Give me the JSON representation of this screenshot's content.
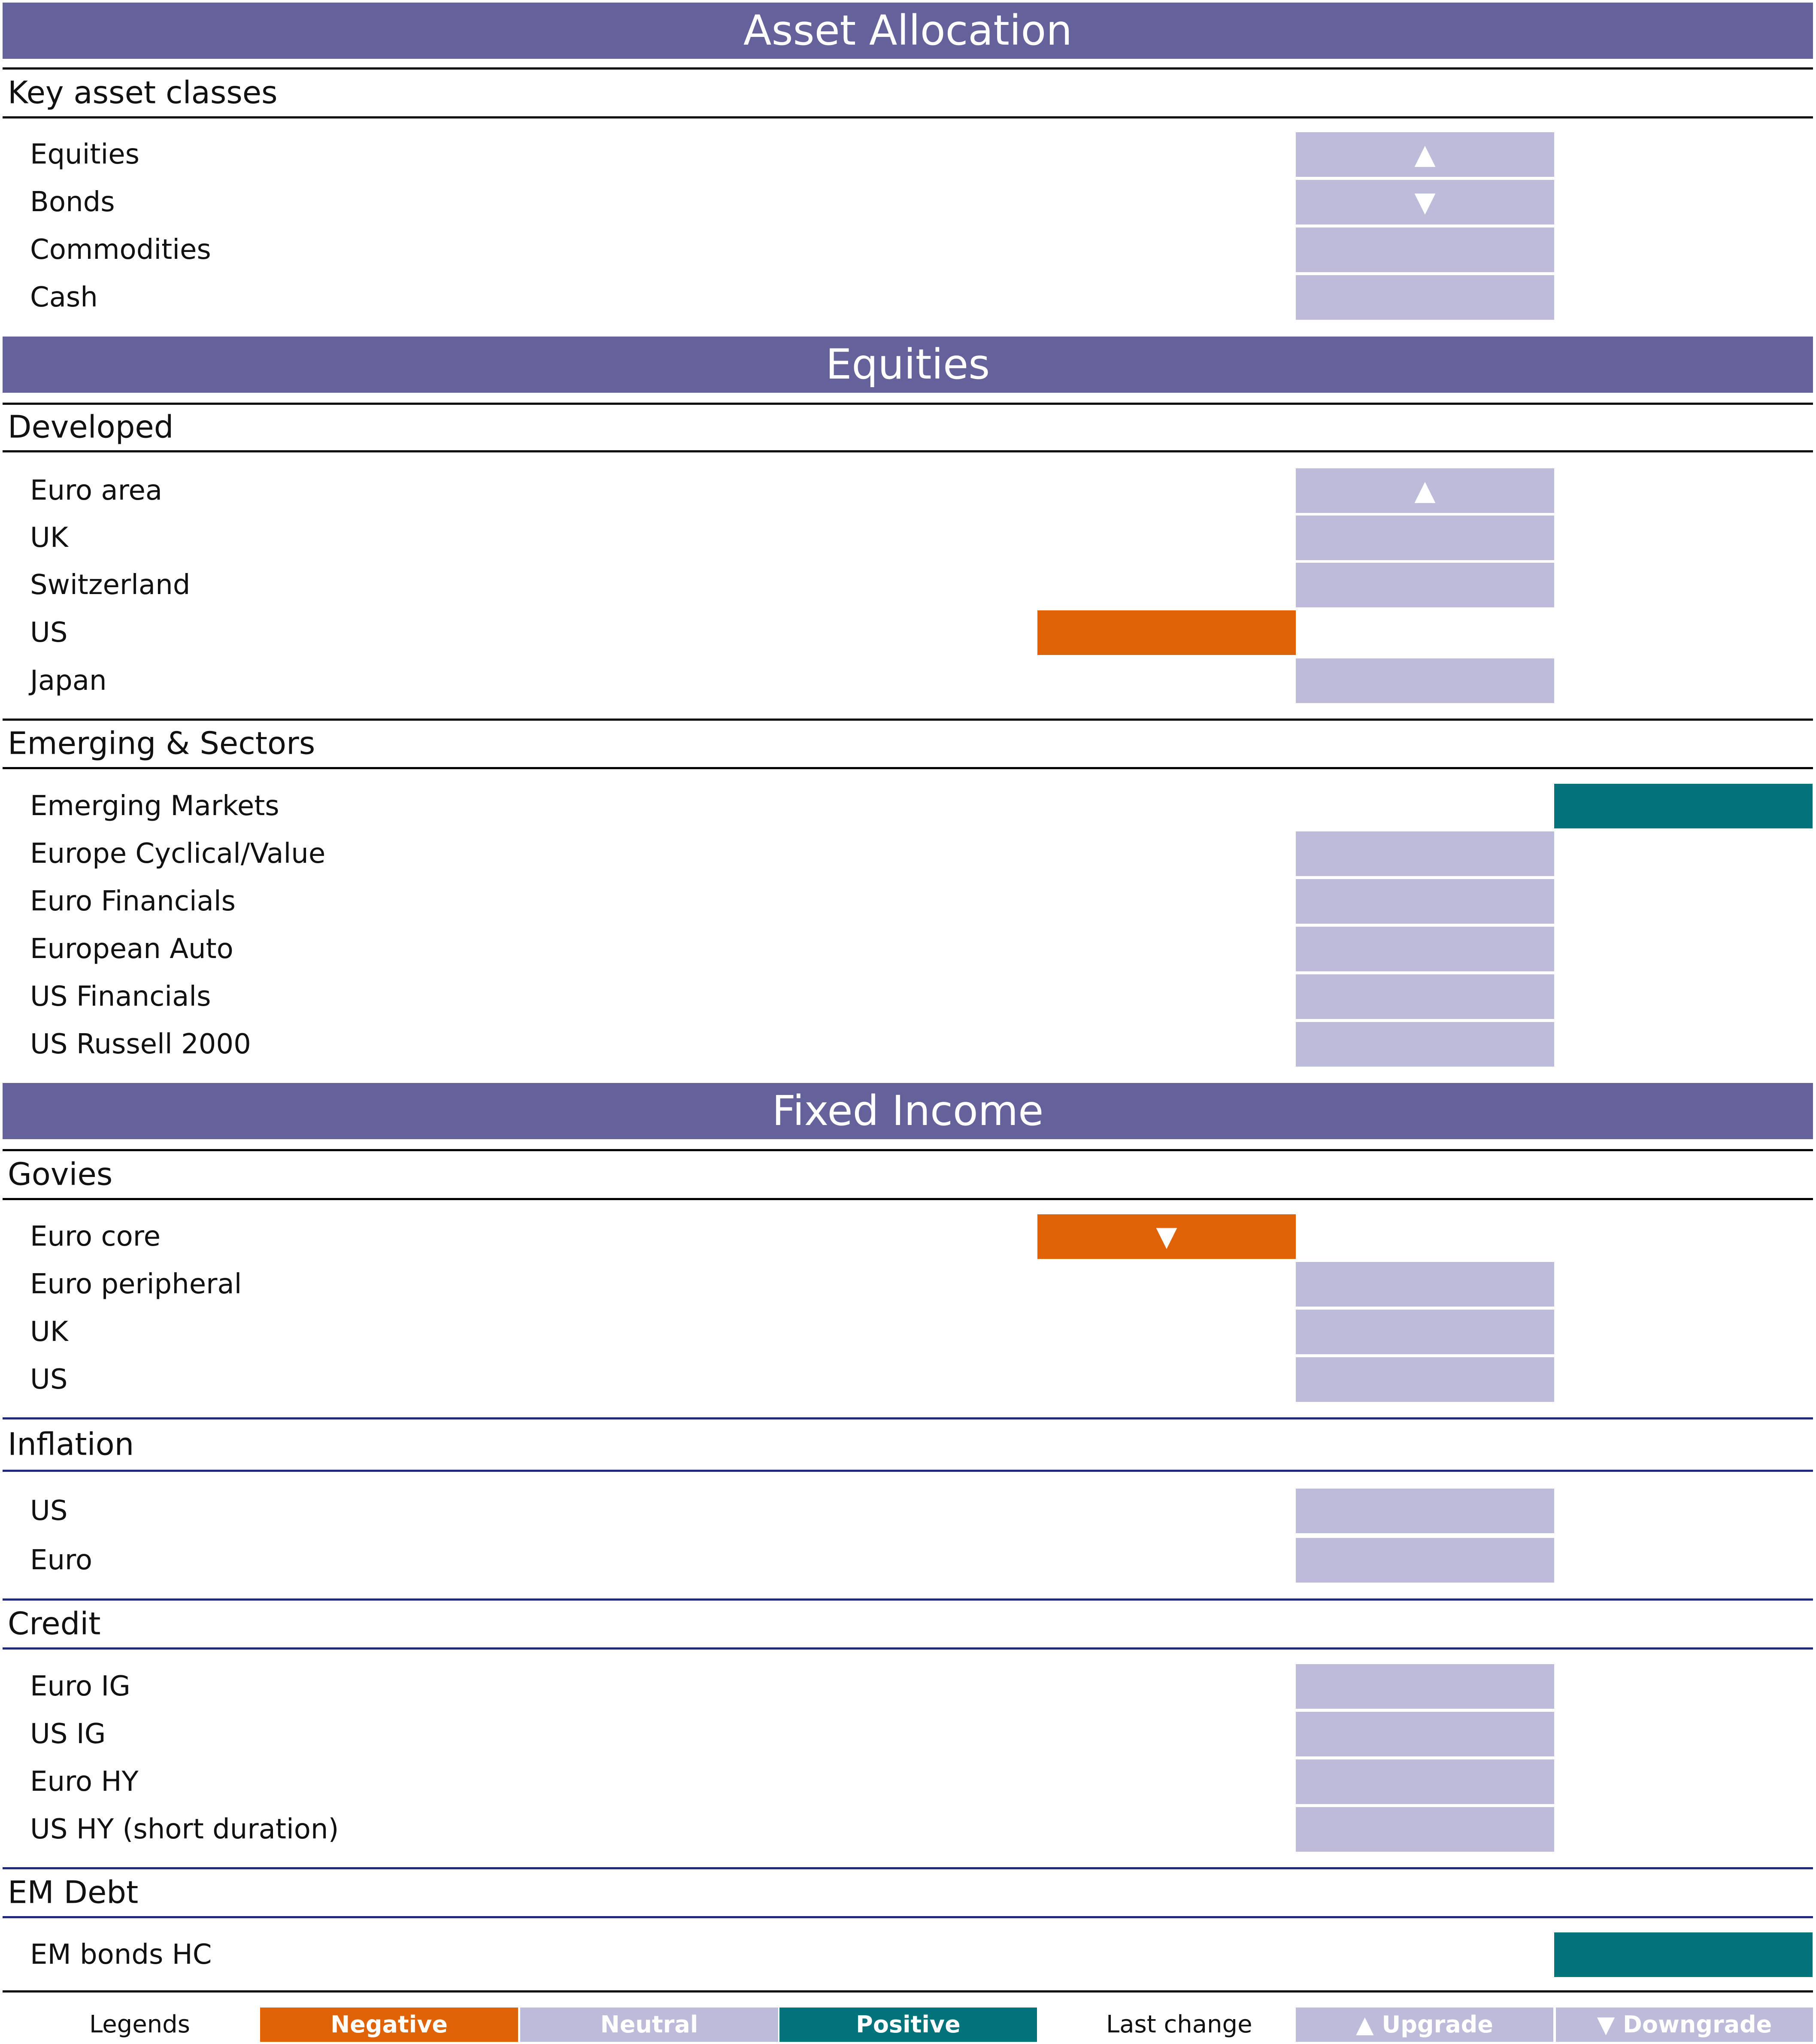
{
  "colors": {
    "header": "#65619b",
    "negative": "#e06206",
    "neutral": "#bdbbda",
    "positive": "#02727b",
    "navy_rule": "#1f2a7a"
  },
  "symbols": {
    "up": "▲",
    "down": "▼"
  },
  "sections": [
    {
      "title": "Asset Allocation",
      "groups": [
        {
          "title": "Key asset classes",
          "rule": "black",
          "rows": [
            {
              "label": "Equities",
              "stance": "neutral",
              "change": "up"
            },
            {
              "label": "Bonds",
              "stance": "neutral",
              "change": "down"
            },
            {
              "label": "Commodities",
              "stance": "neutral",
              "change": ""
            },
            {
              "label": "Cash",
              "stance": "neutral",
              "change": ""
            }
          ]
        }
      ]
    },
    {
      "title": "Equities",
      "groups": [
        {
          "title": "Developed",
          "rule": "black",
          "rows": [
            {
              "label": "Euro area",
              "stance": "neutral",
              "change": "up"
            },
            {
              "label": "UK",
              "stance": "neutral",
              "change": ""
            },
            {
              "label": "Switzerland",
              "stance": "neutral",
              "change": ""
            },
            {
              "label": "US",
              "stance": "negative",
              "change": ""
            },
            {
              "label": "Japan",
              "stance": "neutral",
              "change": ""
            }
          ]
        },
        {
          "title": "Emerging & Sectors",
          "rule": "black",
          "rows": [
            {
              "label": "Emerging Markets",
              "stance": "positive",
              "change": ""
            },
            {
              "label": "Europe Cyclical/Value",
              "stance": "neutral",
              "change": ""
            },
            {
              "label": "Euro Financials",
              "stance": "neutral",
              "change": ""
            },
            {
              "label": "European Auto",
              "stance": "neutral",
              "change": ""
            },
            {
              "label": "US Financials",
              "stance": "neutral",
              "change": ""
            },
            {
              "label": "US Russell 2000",
              "stance": "neutral",
              "change": ""
            }
          ]
        }
      ]
    },
    {
      "title": "Fixed Income",
      "groups": [
        {
          "title": "Govies",
          "rule": "black",
          "rows": [
            {
              "label": "Euro core",
              "stance": "negative",
              "change": "down"
            },
            {
              "label": "Euro peripheral",
              "stance": "neutral",
              "change": ""
            },
            {
              "label": "UK",
              "stance": "neutral",
              "change": ""
            },
            {
              "label": "US",
              "stance": "neutral",
              "change": ""
            }
          ]
        },
        {
          "title": "Inflation",
          "rule": "navy",
          "rows": [
            {
              "label": "US",
              "stance": "neutral",
              "change": ""
            },
            {
              "label": "Euro",
              "stance": "neutral",
              "change": ""
            }
          ]
        },
        {
          "title": "Credit",
          "rule": "navy",
          "rows": [
            {
              "label": "Euro IG",
              "stance": "neutral",
              "change": ""
            },
            {
              "label": "US IG",
              "stance": "neutral",
              "change": ""
            },
            {
              "label": "Euro HY",
              "stance": "neutral",
              "change": ""
            },
            {
              "label": "US HY (short duration)",
              "stance": "neutral",
              "change": ""
            }
          ]
        },
        {
          "title": "EM Debt",
          "rule": "navy",
          "rows": [
            {
              "label": "EM bonds HC",
              "stance": "positive",
              "change": ""
            }
          ]
        }
      ]
    }
  ],
  "legend": {
    "title": "Legends",
    "negative": "Negative",
    "neutral": "Neutral",
    "positive": "Positive",
    "last_change": "Last change",
    "upgrade": "▲ Upgrade",
    "downgrade": "▼ Downgrade"
  }
}
